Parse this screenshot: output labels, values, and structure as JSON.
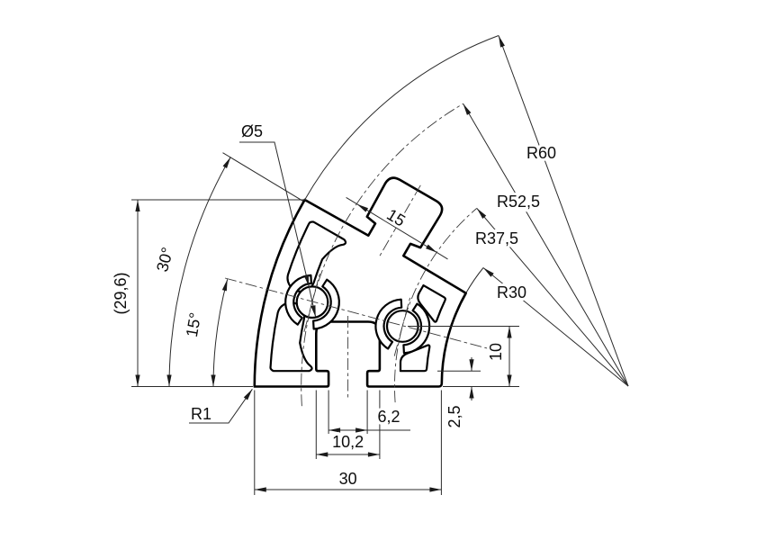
{
  "drawing": {
    "type": "technical-profile-drawing",
    "background_color": "#ffffff",
    "line_color": "#000000"
  },
  "dimensions": {
    "radii": {
      "outer": "R60",
      "outer_bore_track": "R52,5",
      "inner_bore_track": "R37,5",
      "inner": "R30",
      "corner_fillet": "R1"
    },
    "angles": {
      "full": "30°",
      "half": "15°"
    },
    "linear": {
      "height_ref": "(29,6)",
      "bore_spacing": "15",
      "boss_height": "10",
      "wall": "2,5",
      "slot_neck": "6,2",
      "slot_cavity": "10,2",
      "width": "30"
    },
    "diameter": {
      "core_bore": "Ø5"
    }
  }
}
